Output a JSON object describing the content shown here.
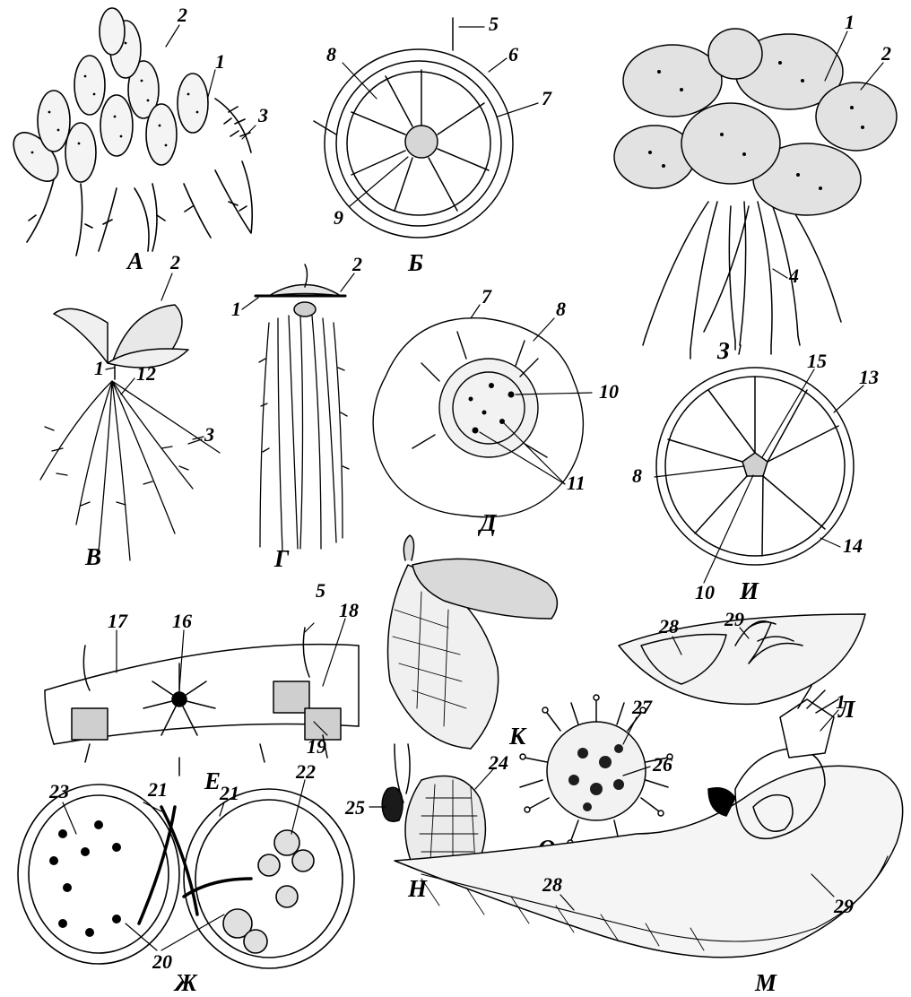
{
  "figure": {
    "panels": [
      {
        "id": "A",
        "label": "А",
        "callouts": [
          "1",
          "2",
          "3"
        ]
      },
      {
        "id": "B",
        "label": "Б",
        "callouts": [
          "5",
          "6",
          "7",
          "8",
          "9"
        ]
      },
      {
        "id": "V",
        "label": "В",
        "callouts": [
          "1",
          "2",
          "3",
          "12"
        ]
      },
      {
        "id": "G",
        "label": "Г",
        "callouts": [
          "1",
          "2"
        ]
      },
      {
        "id": "D",
        "label": "Д",
        "callouts": [
          "7",
          "8",
          "10",
          "11"
        ]
      },
      {
        "id": "E",
        "label": "Е",
        "callouts": [
          "5",
          "16",
          "17",
          "18",
          "19"
        ]
      },
      {
        "id": "Zh",
        "label": "Ж",
        "callouts": [
          "20",
          "21",
          "22",
          "23"
        ]
      },
      {
        "id": "Z",
        "label": "З",
        "callouts": [
          "1",
          "2",
          "4"
        ]
      },
      {
        "id": "I",
        "label": "И",
        "callouts": [
          "8",
          "10",
          "13",
          "14",
          "15"
        ]
      },
      {
        "id": "K",
        "label": "К",
        "callouts": []
      },
      {
        "id": "L",
        "label": "Л",
        "callouts": [
          "28",
          "29"
        ]
      },
      {
        "id": "N",
        "label": "Н",
        "callouts": [
          "24",
          "25"
        ]
      },
      {
        "id": "O",
        "label": "О",
        "callouts": [
          "26",
          "27"
        ]
      },
      {
        "id": "M",
        "label": "М",
        "callouts": [
          "1",
          "28",
          "29"
        ]
      }
    ]
  }
}
